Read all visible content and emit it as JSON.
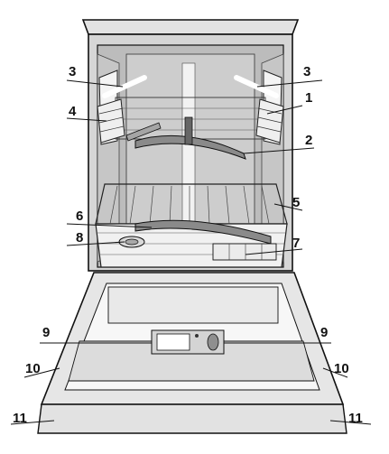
{
  "callouts": [
    {
      "id": "left-3",
      "label": "3"
    },
    {
      "id": "right-3",
      "label": "3"
    },
    {
      "id": "right-1",
      "label": "1"
    },
    {
      "id": "left-4",
      "label": "4"
    },
    {
      "id": "right-2",
      "label": "2"
    },
    {
      "id": "right-5",
      "label": "5"
    },
    {
      "id": "left-6",
      "label": "6"
    },
    {
      "id": "left-8",
      "label": "8"
    },
    {
      "id": "right-7",
      "label": "7"
    },
    {
      "id": "left-9",
      "label": "9"
    },
    {
      "id": "right-9",
      "label": "9"
    },
    {
      "id": "left-10",
      "label": "10"
    },
    {
      "id": "right-10",
      "label": "10"
    },
    {
      "id": "left-11",
      "label": "11"
    },
    {
      "id": "right-11",
      "label": "11"
    }
  ],
  "colors": {
    "outline": "#111111",
    "cabinet_fill": "#d6d6d6",
    "interior_fill": "#bcbcbc",
    "door_fill": "#e6e6e6",
    "rack_fill": "#f4f4f4",
    "arm_fill": "#8a8a8a"
  }
}
